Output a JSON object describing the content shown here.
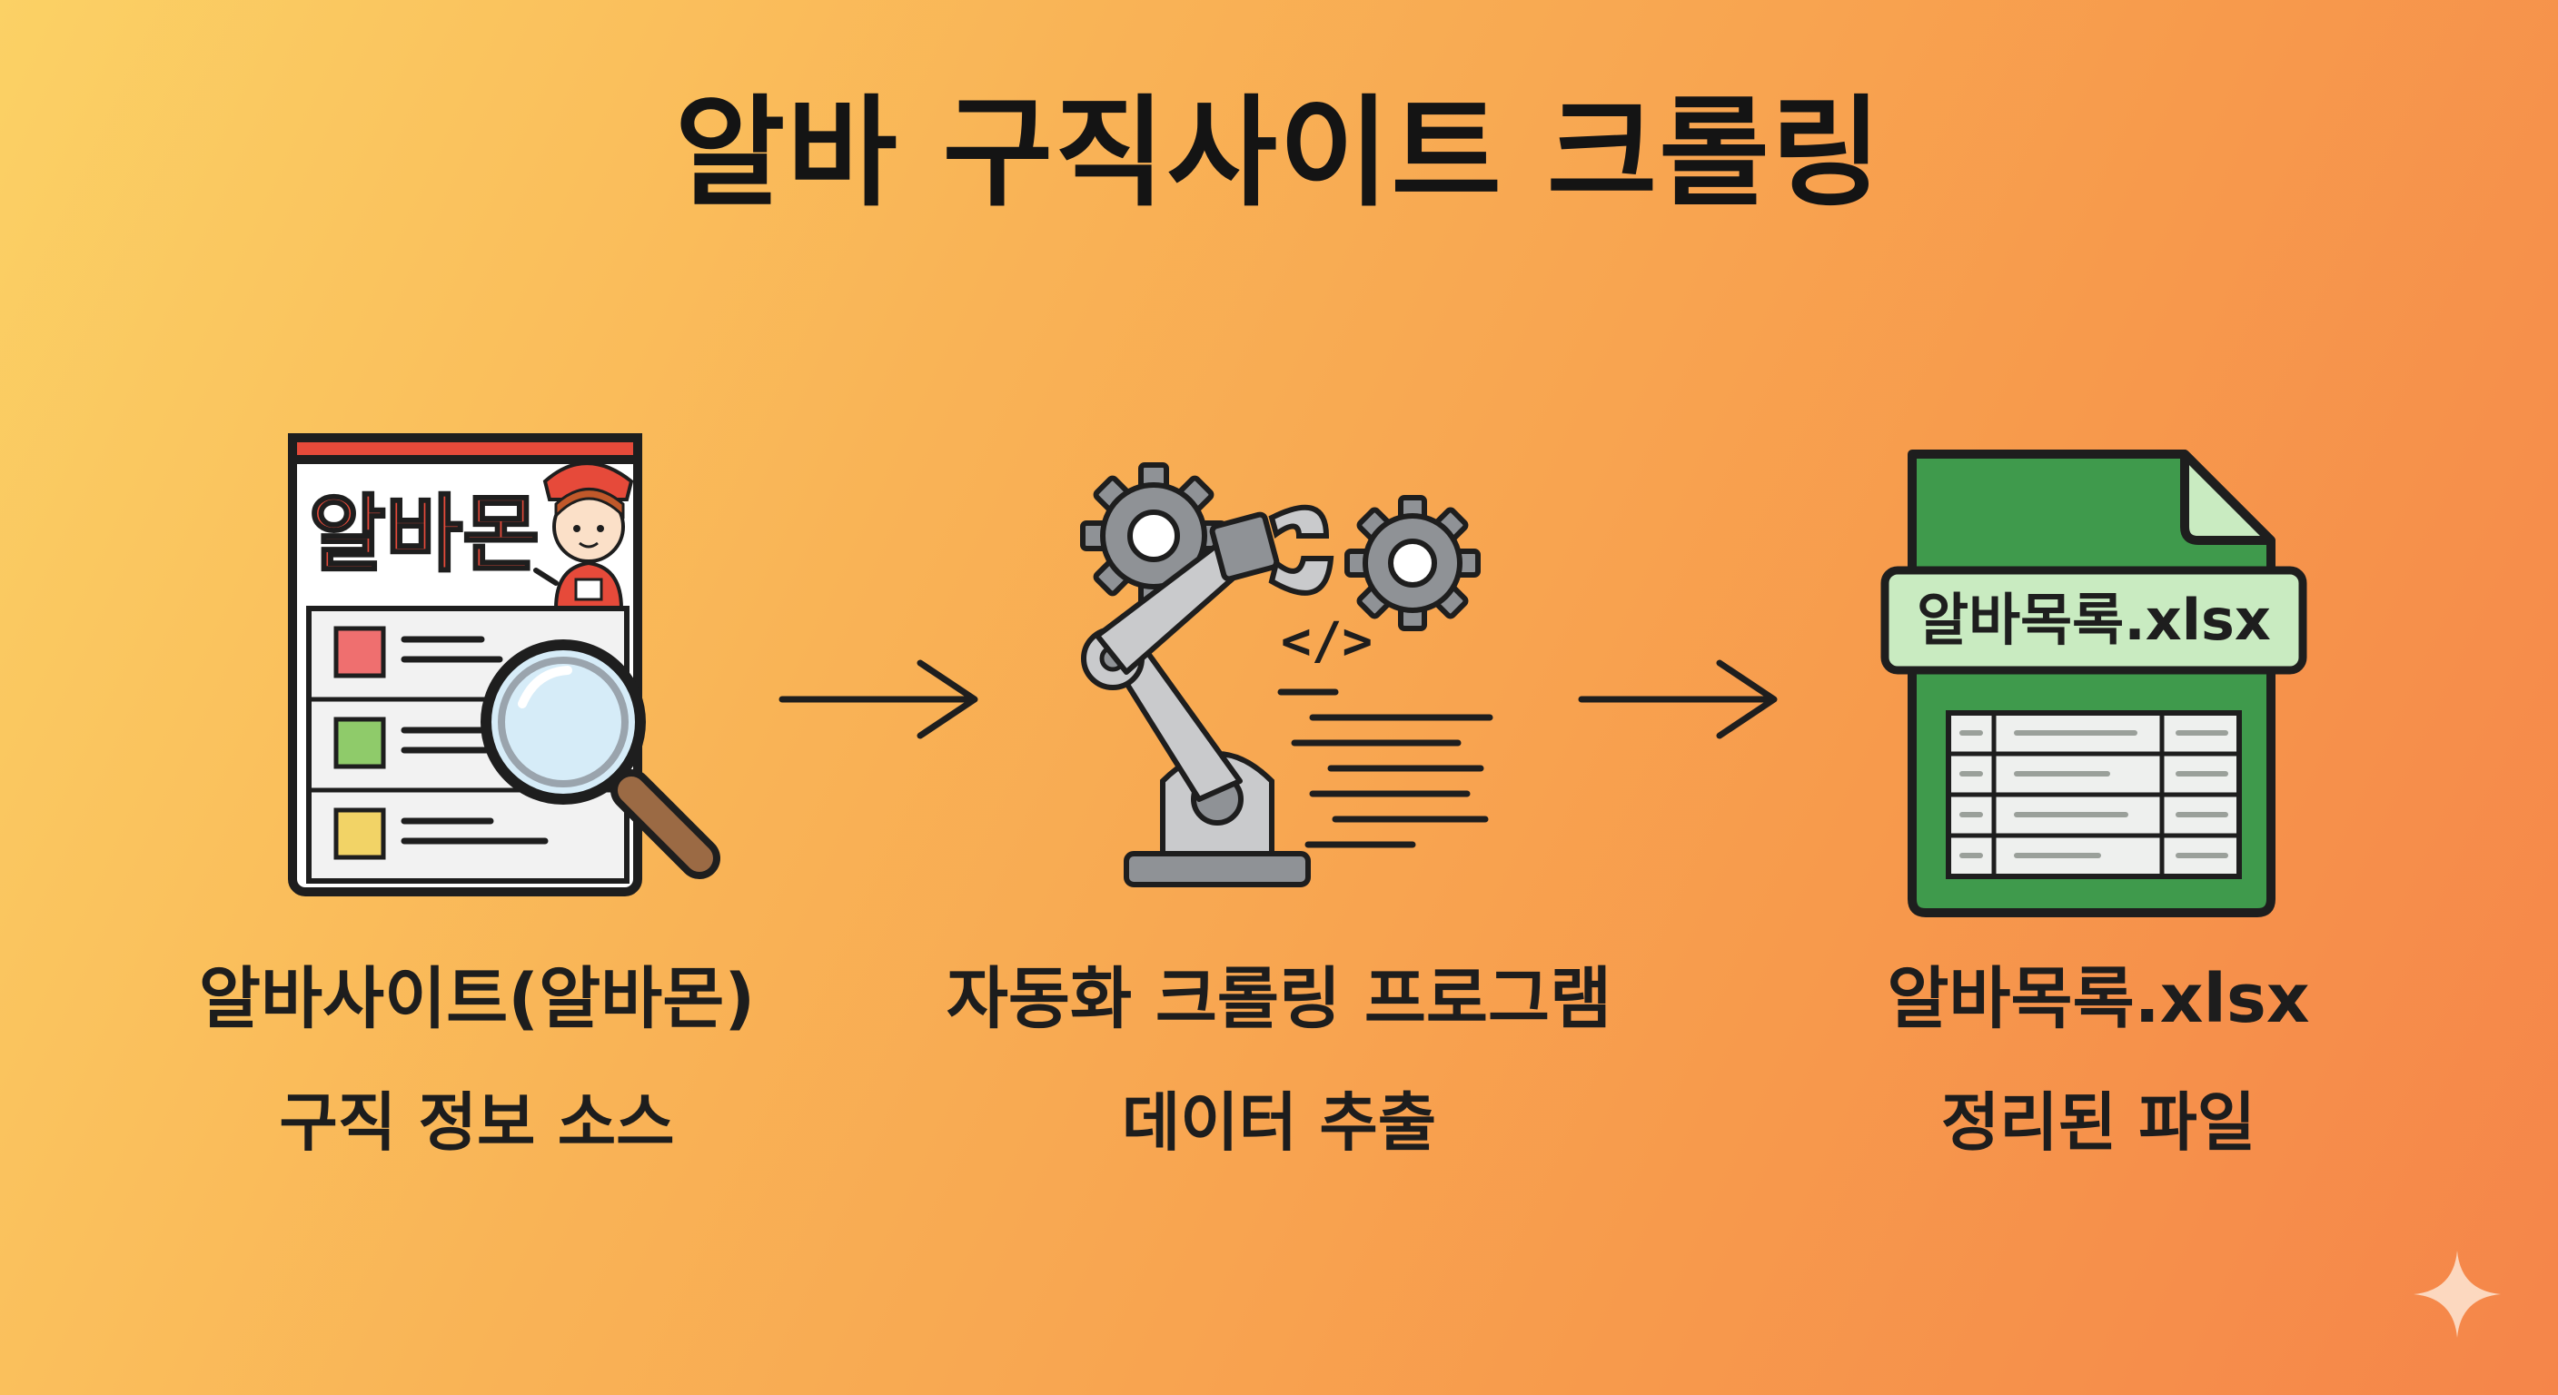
{
  "title": "알바 구직사이트 크롤링",
  "colors": {
    "outline": "#1e1e1e",
    "brand_red": "#e64a3a",
    "gear_gray": "#8f9296",
    "arm_gray": "#c9cacc",
    "sheet_green": "#3f9a4c",
    "label_green": "#c9ebc1",
    "lens_blue": "#d6ecf8"
  },
  "steps": [
    {
      "icon": "job-site-magnifier-icon",
      "brand_text": "알바몬",
      "label": "알바사이트(알바몬)",
      "sub": "구직 정보 소스"
    },
    {
      "icon": "robot-arm-gears-icon",
      "code_text": "</>",
      "label": "자동화 크롤링 프로그램",
      "sub": "데이터 추출"
    },
    {
      "icon": "excel-file-icon",
      "file_label": "알바목록.xlsx",
      "label": "알바목록.xlsx",
      "sub": "정리된 파일"
    }
  ],
  "arrows": [
    "arrow-right-icon",
    "arrow-right-icon"
  ],
  "watermark_icon": "sparkle-icon"
}
